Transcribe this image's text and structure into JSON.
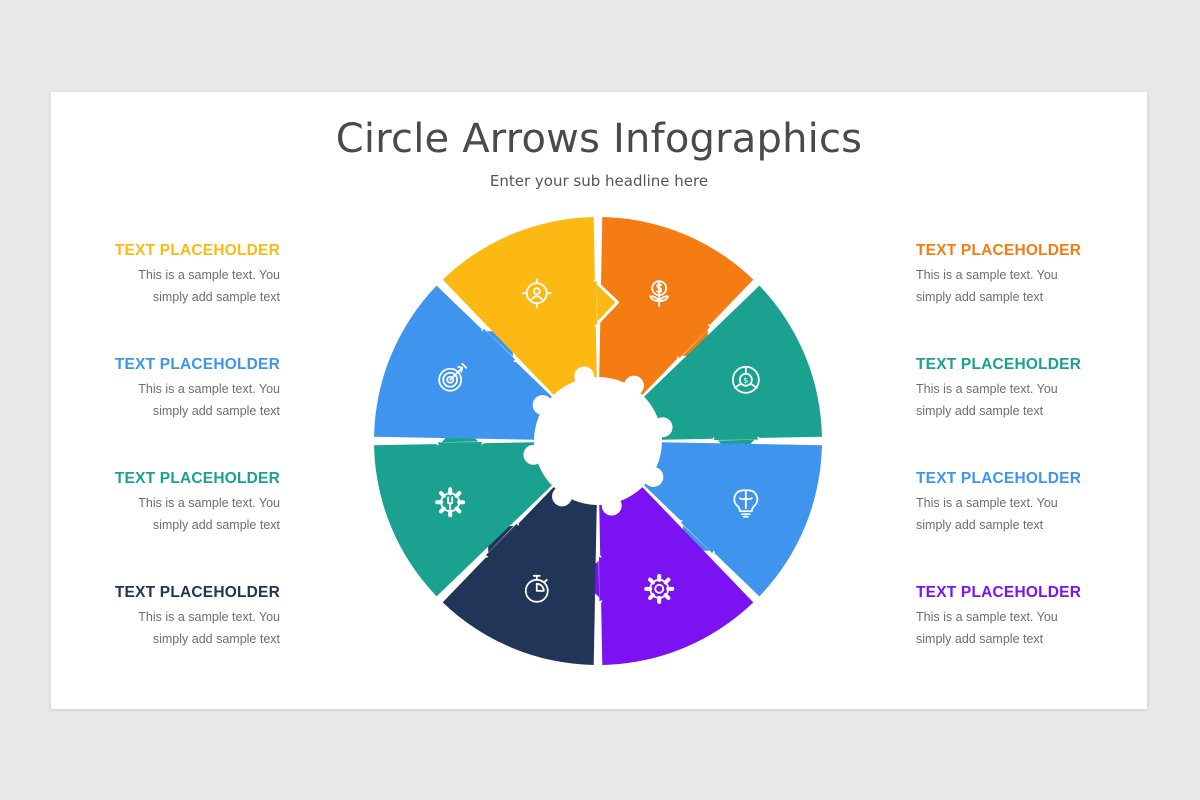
{
  "title": "Circle Arrows Infographics",
  "subtitle": "Enter your sub headline here",
  "items": [
    {
      "heading": "TEXT PLACEHOLDER",
      "text": "This is a sample text. You simply add sample text",
      "color": "#FDB913"
    },
    {
      "heading": "TEXT PLACEHOLDER",
      "text": "This is a sample text. You simply add sample text",
      "color": "#3F95EE"
    },
    {
      "heading": "TEXT PLACEHOLDER",
      "text": "This is a sample text. You simply add sample text",
      "color": "#1AA190"
    },
    {
      "heading": "TEXT PLACEHOLDER",
      "text": "This is a sample text. You simply add sample text",
      "color": "#203557"
    },
    {
      "heading": "TEXT PLACEHOLDER",
      "text": "This is a sample text. You simply add sample text",
      "color": "#F47C12"
    },
    {
      "heading": "TEXT PLACEHOLDER",
      "text": "This is a sample text. You simply add sample text",
      "color": "#1AA190"
    },
    {
      "heading": "TEXT PLACEHOLDER",
      "text": "This is a sample text. You simply add sample text",
      "color": "#3F95EE"
    },
    {
      "heading": "TEXT PLACEHOLDER",
      "text": "This is a sample text. You simply add sample text",
      "color": "#7A12F2"
    }
  ],
  "segments": [
    {
      "color": "#F47C12",
      "icon": "plant-dollar-icon"
    },
    {
      "color": "#1AA190",
      "icon": "dollar-pie-icon"
    },
    {
      "color": "#3F95EE",
      "icon": "brain-bulb-icon"
    },
    {
      "color": "#7A12F2",
      "icon": "gear-icon"
    },
    {
      "color": "#203557",
      "icon": "stopwatch-icon"
    },
    {
      "color": "#1AA190",
      "icon": "gear-wrench-icon"
    },
    {
      "color": "#3F95EE",
      "icon": "target-arrow-icon"
    },
    {
      "color": "#FDB913",
      "icon": "target-user-icon"
    }
  ]
}
